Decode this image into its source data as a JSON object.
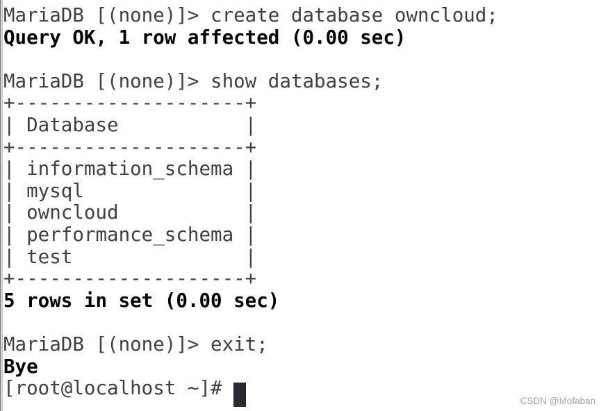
{
  "terminal": {
    "lines": [
      {
        "text": "MariaDB [(none)]> create database owncloud;"
      },
      {
        "text": "Query OK, 1 row affected (0.00 sec)"
      },
      {
        "text": ""
      },
      {
        "text": "MariaDB [(none)]> show databases;"
      },
      {
        "text": "+--------------------+"
      },
      {
        "text": "| Database           |"
      },
      {
        "text": "+--------------------+"
      },
      {
        "text": "| information_schema |"
      },
      {
        "text": "| mysql              |"
      },
      {
        "text": "| owncloud           |"
      },
      {
        "text": "| performance_schema |"
      },
      {
        "text": "| test               |"
      },
      {
        "text": "+--------------------+"
      },
      {
        "text": "5 rows in set (0.00 sec)"
      },
      {
        "text": ""
      },
      {
        "text": "MariaDB [(none)]> exit;"
      },
      {
        "text": "Bye"
      },
      {
        "text": "[root@localhost ~]# "
      }
    ],
    "shell_prompt": "[root@localhost ~]# ",
    "mariadb_prompt": "MariaDB [(none)]>",
    "result_table": {
      "header": "Database",
      "rows": [
        "information_schema",
        "mysql",
        "owncloud",
        "performance_schema",
        "test"
      ],
      "summary": "5 rows in set (0.00 sec)"
    },
    "commands": [
      "create database owncloud;",
      "show databases;",
      "exit;"
    ],
    "statuses": [
      "Query OK, 1 row affected (0.00 sec)",
      "5 rows in set (0.00 sec)",
      "Bye"
    ]
  },
  "watermark": {
    "text": "CSDN @Mofaban"
  },
  "colors": {
    "background": "#ffffff",
    "text_regular": "#3b4146",
    "text_bold": "#000000",
    "cursor": "#282c30",
    "watermark": "#a8a8a8",
    "edge_line_outer": "#8b9094",
    "edge_line_inner": "#c6c6c6"
  }
}
